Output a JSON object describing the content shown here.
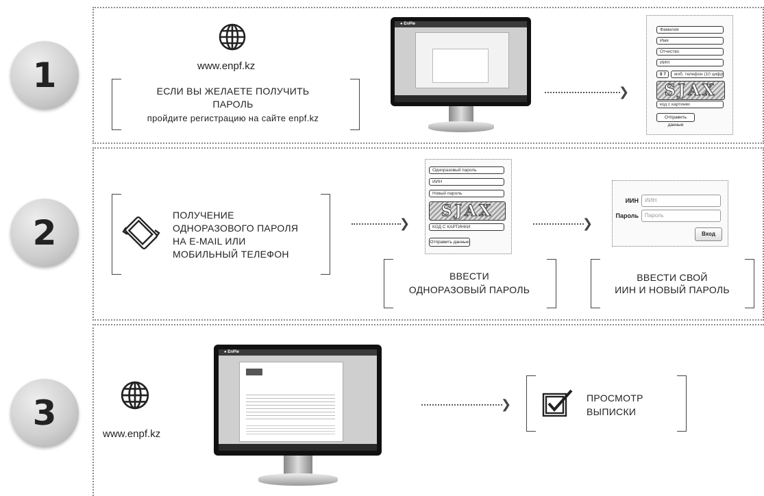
{
  "steps": [
    {
      "number": "1",
      "url": "www.enpf.kz",
      "text_line1": "ЕСЛИ ВЫ ЖЕЛАЕТЕ ПОЛУЧИТЬ",
      "text_line2": "ПАРОЛЬ",
      "text_line3": "пройдите регистрацию на сайте enpf.kz",
      "form_fields": [
        "Фамилия",
        "Имя",
        "Отчество",
        "ИИН",
        "моб. телефон (10 цифр)",
        "код с картинки"
      ],
      "phone_prefix": "8 7",
      "captcha_text": "SJAX",
      "form_button": "Отправить данные"
    },
    {
      "number": "2",
      "text_lines": [
        "ПОЛУЧЕНИЕ",
        "ОДНОРАЗОВОГО ПАРОЛЯ",
        "НА E-MAIL ИЛИ",
        "МОБИЛЬНЫЙ ТЕЛЕФОН"
      ],
      "form_fields": [
        "Одноразовый пароль",
        "ИИН",
        "Новый пароль",
        "КОД С КАРТИНКИ"
      ],
      "captcha_text": "SJAX",
      "form_button": "Отправить данные",
      "caption1_line1": "ВВЕСТИ",
      "caption1_line2": "ОДНОРАЗОВЫЙ ПАРОЛЬ",
      "login_iin_label": "ИИН",
      "login_iin_placeholder": "ИИН",
      "login_pass_label": "Пароль",
      "login_pass_placeholder": "Пароль",
      "login_button": "Вход",
      "caption2_line1": "ВВЕСТИ СВОЙ",
      "caption2_line2": "ИИН И НОВЫЙ ПАРОЛЬ"
    },
    {
      "number": "3",
      "url": "www.enpf.kz",
      "text_line1": "ПРОСМОТР",
      "text_line2": "ВЫПИСКИ"
    }
  ],
  "icons": {
    "globe": "globe-icon",
    "phone": "phone-icon",
    "checkbox": "checkbox-icon",
    "arrow": "arrow-right-icon"
  },
  "colors": {
    "badge": "#cfcfcf",
    "text": "#222222",
    "panel_border": "#8a8a8a"
  }
}
